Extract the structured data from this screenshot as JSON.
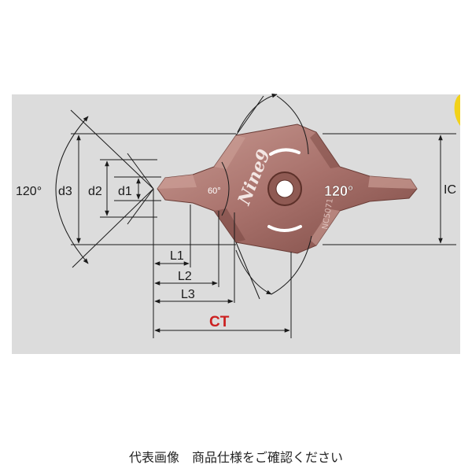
{
  "colors": {
    "panel_bg": "#dcdcdc",
    "insert": "#a8716b",
    "insert_dark": "#7c4a44",
    "insert_light": "#c99b93",
    "line": "#1a1a1a",
    "ct": "#cc1f1f",
    "corner_accent": "#f2d21a"
  },
  "diagram": {
    "labels": {
      "angle_left": "120°",
      "d3": "d3",
      "d2": "d2",
      "d1": "d1",
      "l1": "L1",
      "l2": "L2",
      "l3": "L3",
      "ct": "CT",
      "ic": "IC",
      "angle_tip": "60°",
      "angle_center": "120°"
    },
    "insert_marking": {
      "brand": "Nine9",
      "engraving": "NC5071"
    }
  },
  "caption": "代表画像　商品仕様をご確認ください"
}
